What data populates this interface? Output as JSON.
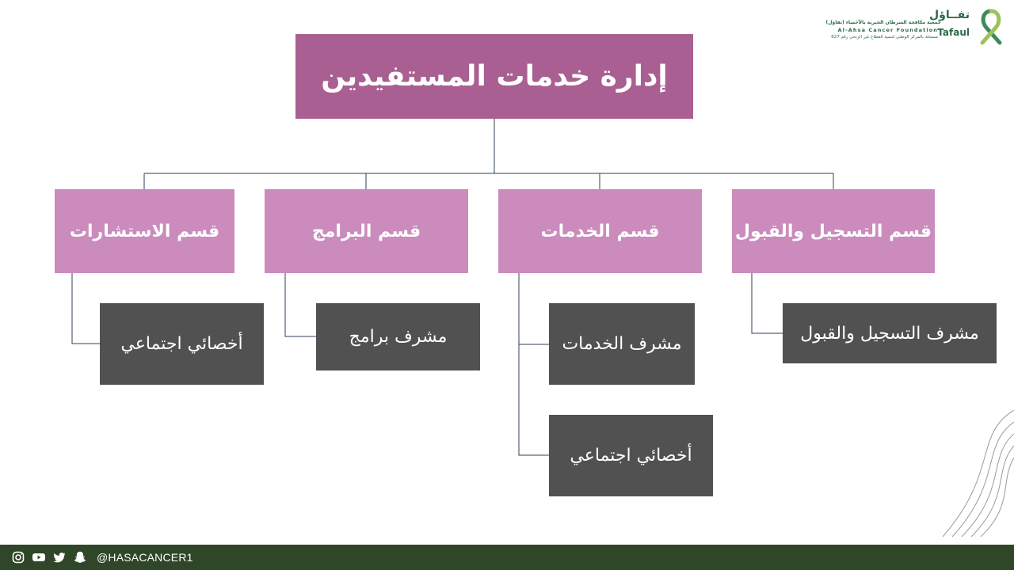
{
  "header": {
    "logo_brand_ar": "تفــاؤل",
    "logo_org_ar": "جمعية مكافحة السرطان الخيرية بالأحساء (تفاؤل)",
    "logo_org_en": "Al-Ahsa Cancer Foundation",
    "logo_brand_en": "Tafaul",
    "logo_registration_ar": "مسجلة بالمركز الوطني لتنمية القطاع غير الربحي رقم 627"
  },
  "org_chart": {
    "root": "إدارة خدمات المستفيدين",
    "departments": [
      {
        "name": "قسم التسجيل والقبول",
        "roles": [
          "مشرف التسجيل والقبول"
        ]
      },
      {
        "name": "قسم الخدمات",
        "roles": [
          "مشرف الخدمات",
          "أخصائي اجتماعي"
        ]
      },
      {
        "name": "قسم البرامج",
        "roles": [
          "مشرف برامج"
        ]
      },
      {
        "name": "قسم الاستشارات",
        "roles": [
          "أخصائي اجتماعي"
        ]
      }
    ]
  },
  "footer": {
    "social_icons": [
      "instagram-icon",
      "youtube-icon",
      "twitter-icon",
      "snapchat-icon"
    ],
    "handle": "@HASACANCER1"
  },
  "colors": {
    "root_box": "#a95f91",
    "department_box": "#cb8bbd",
    "role_box": "#515151",
    "connector": "#2f3f55",
    "footer_bar": "#2f4628"
  }
}
